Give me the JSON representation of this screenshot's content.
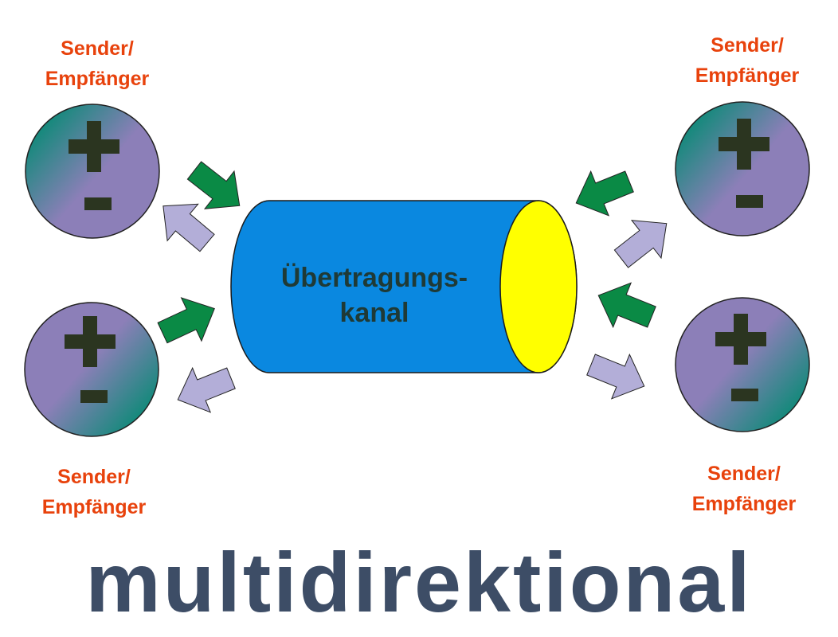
{
  "nodes": [
    {
      "id": "top-left",
      "line1": "Sender/",
      "line2": "Empfänger",
      "plus": "+",
      "minus": "-"
    },
    {
      "id": "bottom-left",
      "line1": "Sender/",
      "line2": "Empfänger",
      "plus": "+",
      "minus": "-"
    },
    {
      "id": "top-right",
      "line1": "Sender/",
      "line2": "Empfänger",
      "plus": "+",
      "minus": "-"
    },
    {
      "id": "bottom-right",
      "line1": "Sender/",
      "line2": "Empfänger",
      "plus": "+",
      "minus": "-"
    }
  ],
  "channel": {
    "line1": "Übertragungs-",
    "line2": "kanal"
  },
  "caption": "multidirektional",
  "colors": {
    "label": "#e8420c",
    "caption": "#3d4d66",
    "cylinder_body": "#0a88e0",
    "cylinder_end": "#ffff00",
    "arrow_in": "#0a8a45",
    "arrow_out": "#b3aed8",
    "circle_teal": "#0e8a78",
    "circle_purple": "#8c7fb8",
    "sign": "#2b3520"
  },
  "icons": [
    "arrow-in-icon",
    "arrow-out-icon",
    "plus-minus-icon"
  ]
}
